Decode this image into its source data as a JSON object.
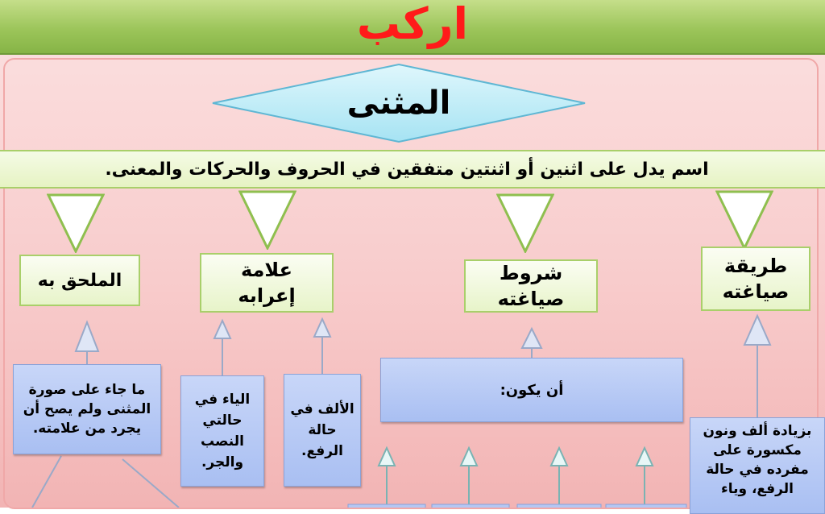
{
  "header": {
    "title": "اركب"
  },
  "diamond": {
    "title": "المثنى"
  },
  "definition": {
    "text": "اسم يدل على اثنين أو اثنتين متفقين في الحروف والحركات والمعنى."
  },
  "categories": [
    {
      "label": "طريقة صياغته"
    },
    {
      "label": "شروط صياغته"
    },
    {
      "label": "علامة إعرابه"
    },
    {
      "label": "الملحق به"
    }
  ],
  "details": {
    "formation": "بزيادة ألف ونون مكسورة على مفرده في حالة الرفع، وياء",
    "conditions": "أن يكون:",
    "alif": "الألف في حالة الرفع.",
    "yaa": "الياء في حالتي النصب والجر.",
    "attached": "ما جاء على صورة المثنى ولم يصح أن يجرد من علامته."
  },
  "colors": {
    "header_green": "#9cc55a",
    "title_red": "#ff1a1a",
    "diamond_cyan": "#b8ecf7",
    "box_green_border": "#a9cf6a",
    "box_blue": "#b4c7f4",
    "background_pink": "#f8cccc"
  }
}
